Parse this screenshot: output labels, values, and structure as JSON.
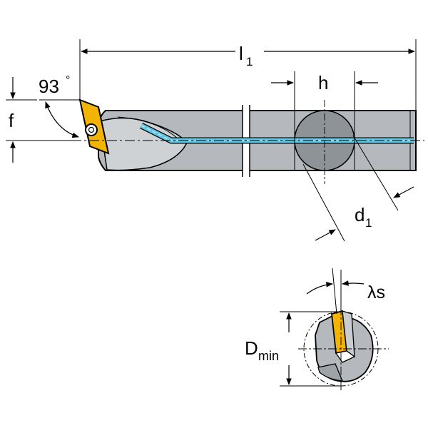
{
  "labels": {
    "l1": "l",
    "l1_sub": "1",
    "h": "h",
    "angle": "93",
    "angle_deg": "°",
    "f": "f",
    "d1": "d",
    "d1_sub": "1",
    "lambda_s": "λs",
    "dmin": "D",
    "dmin_sub": "min"
  },
  "colors": {
    "body": "#b5b9bd",
    "body_dark": "#8e9398",
    "insert": "#f2b400",
    "coolant": "#63c7e6",
    "line": "#000000"
  }
}
